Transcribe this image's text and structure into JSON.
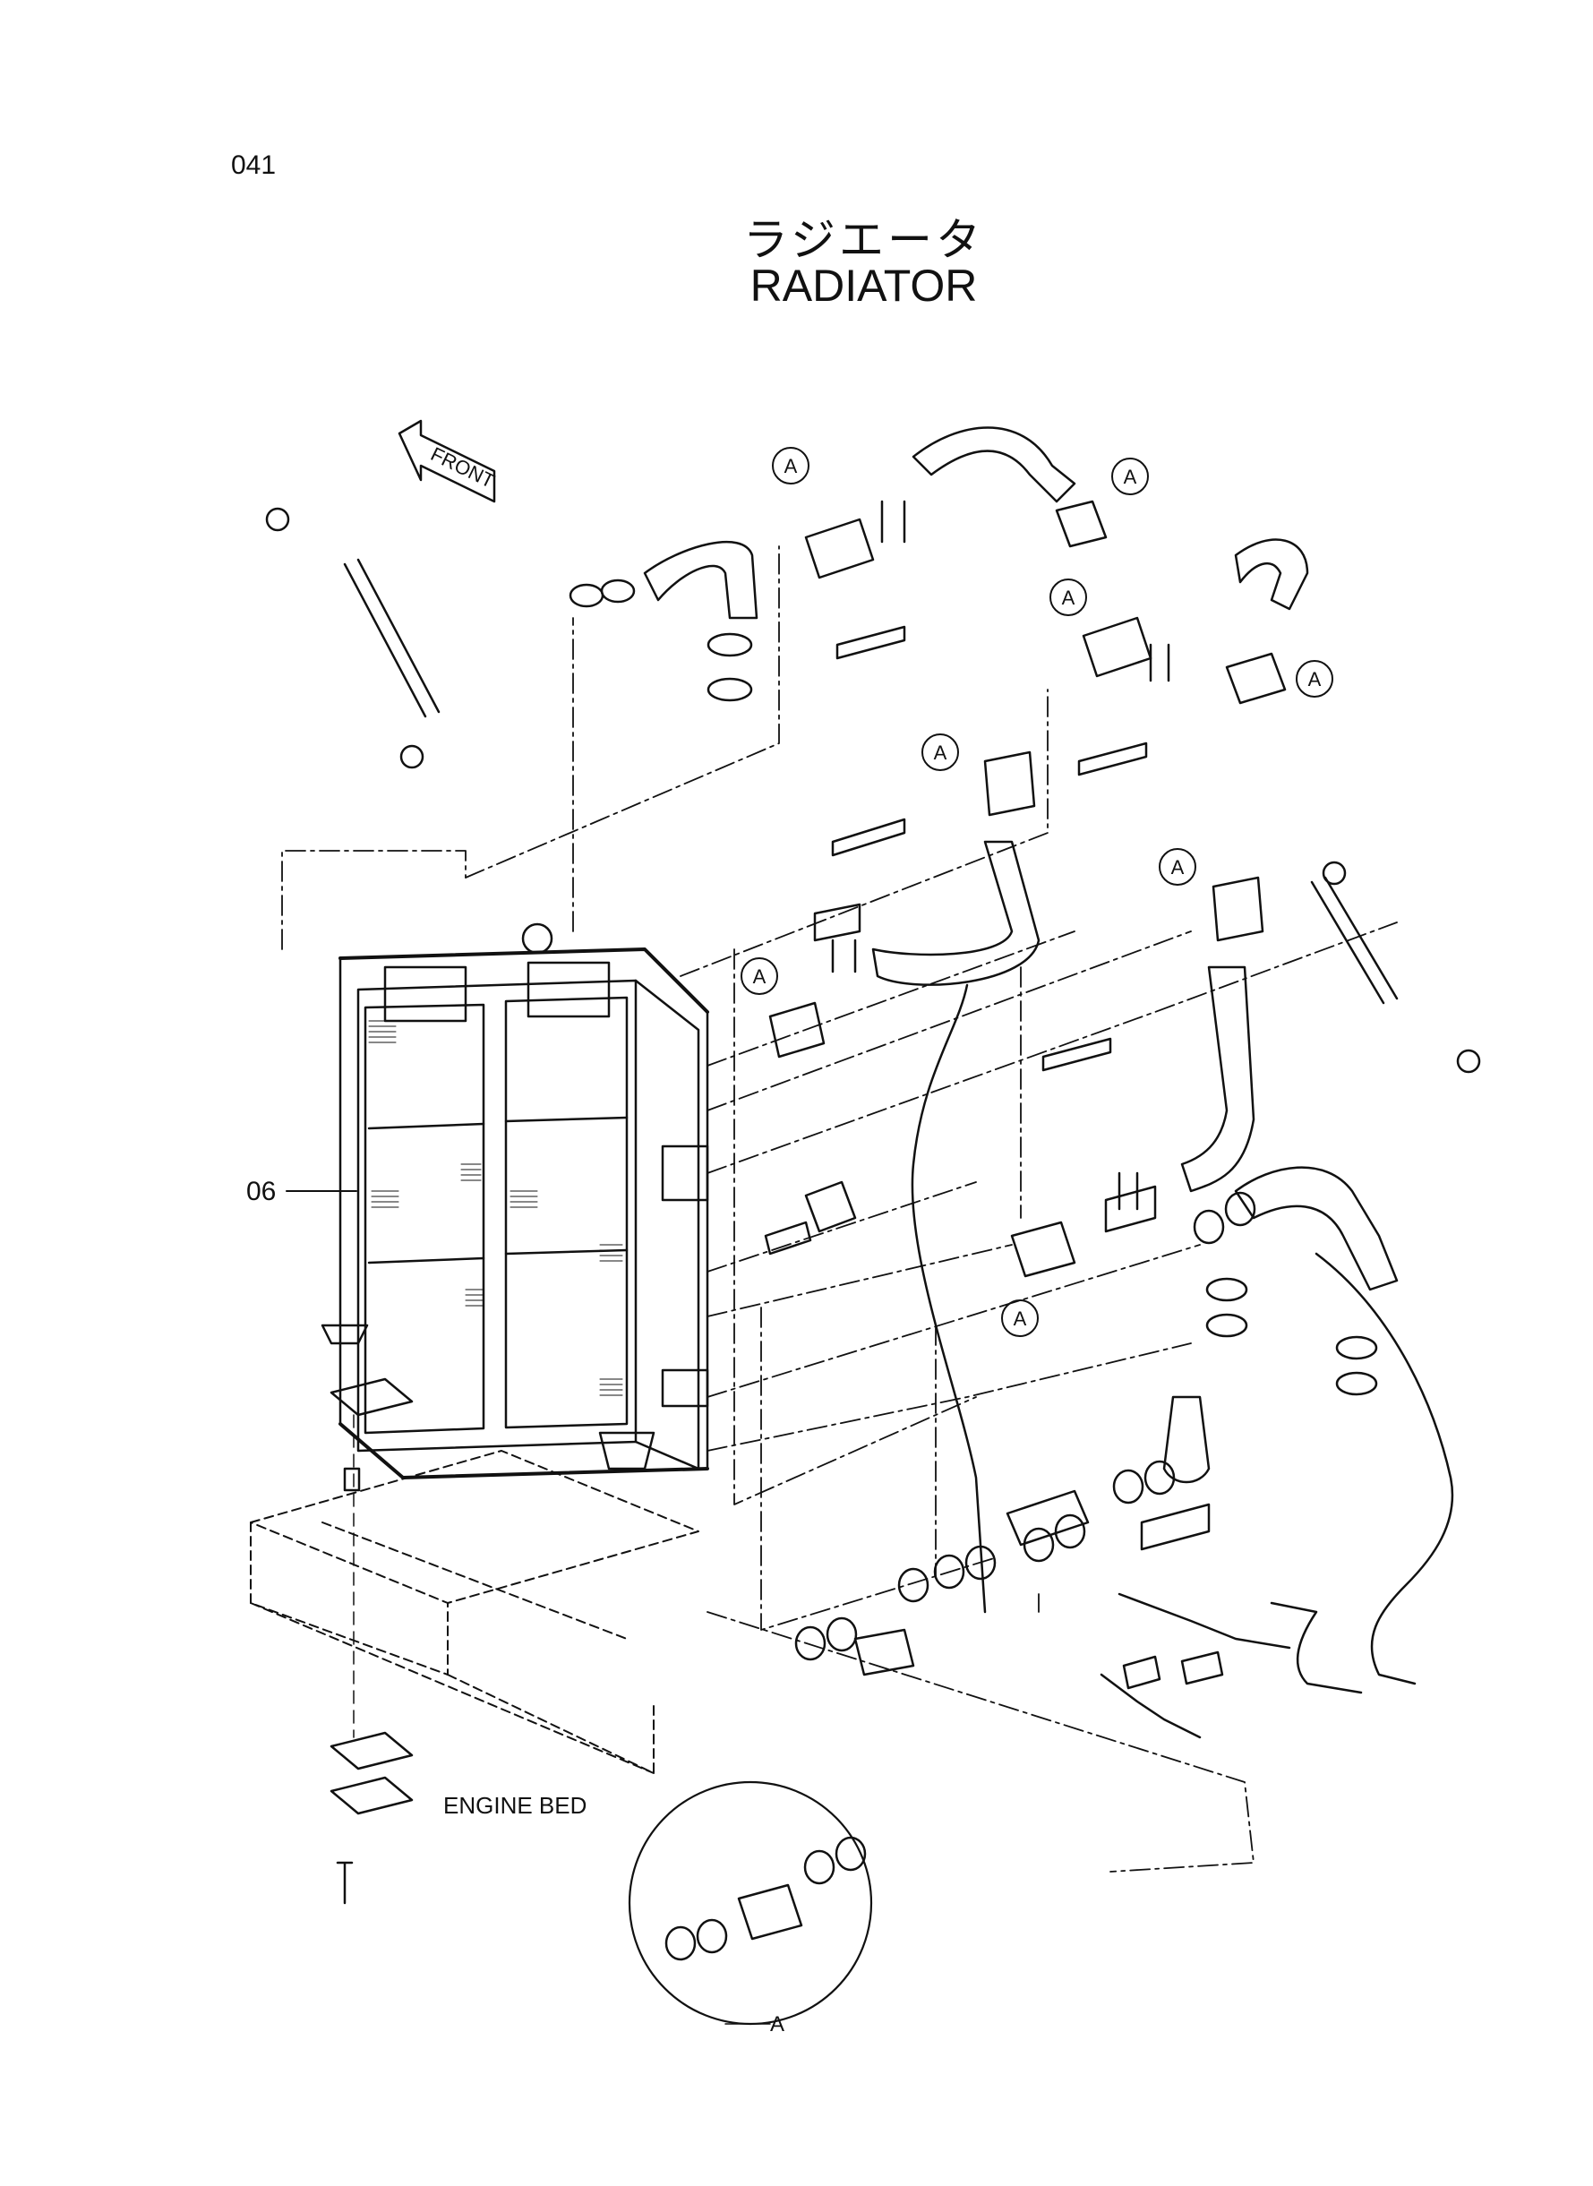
{
  "page": {
    "number": "041"
  },
  "title": {
    "japanese": "ラジエータ",
    "english": "RADIATOR"
  },
  "labels": {
    "front": "FRONT",
    "part_06": "06",
    "engine_bed": "ENGINE BED",
    "detail_a": "A",
    "callout": "A"
  }
}
